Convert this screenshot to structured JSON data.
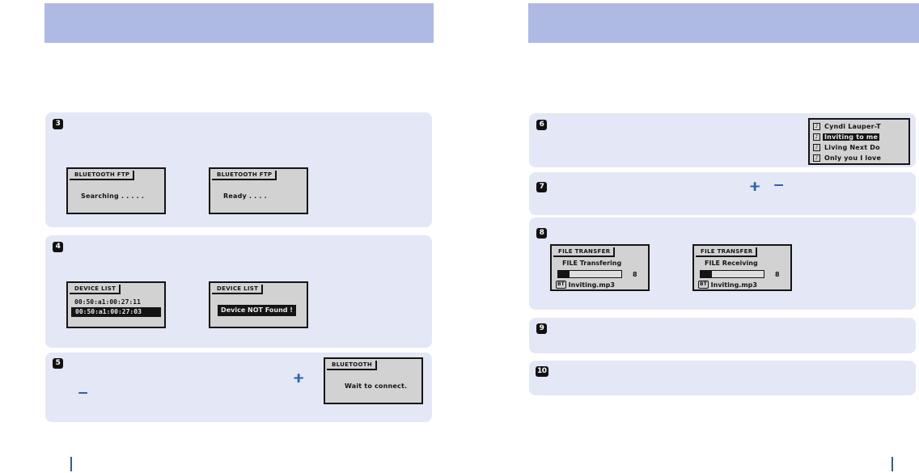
{
  "colors": {
    "band": "#aeb9e4",
    "panel": "#e4e7f5",
    "lcd_bg": "#d2d2d2",
    "lcd_ink": "#141414",
    "accent_blue": "#2a63b0",
    "footer_tick": "#2b5e9c"
  },
  "left": {
    "step3": {
      "number": "3",
      "screen_searching": {
        "tab": "BLUETOOTH FTP",
        "message": "Searching . . . . ."
      },
      "screen_ready": {
        "tab": "BLUETOOTH FTP",
        "message": "Ready . . . ."
      }
    },
    "step4": {
      "number": "4",
      "screen_device_list": {
        "tab": "DEVICE LIST",
        "row1": "00:50:a1:00:27:11",
        "row2_selected": "00:50:a1:00:27:03"
      },
      "screen_not_found": {
        "tab": "DEVICE LIST",
        "message": "Device NOT Found !"
      }
    },
    "step5": {
      "number": "5",
      "plus_icon": "+",
      "minus_icon": "−",
      "screen_wait": {
        "tab": "BLUETOOTH",
        "message": "Wait to connect."
      }
    }
  },
  "right": {
    "step6": {
      "number": "6",
      "file_icon": "♪",
      "song_list": [
        {
          "label": "Cyndi Lauper-T"
        },
        {
          "label": "Inviting to me"
        },
        {
          "label": "Living Next Do"
        },
        {
          "label": "Only you I love"
        }
      ],
      "selected_index": 1
    },
    "step7": {
      "number": "7",
      "plus_icon": "+",
      "minus_icon": "−"
    },
    "step8": {
      "number": "8",
      "screen_transfer": {
        "tab": "FILE TRANSFER",
        "title": "FILE Transfering",
        "progress_value": "8",
        "file_badge": "BT",
        "file_name": "Inviting.mp3"
      },
      "screen_receive": {
        "tab": "FILE TRANSFER",
        "title": "FILE Receiving",
        "progress_value": "8",
        "file_badge": "BT",
        "file_name": "Inviting.mp3"
      }
    },
    "step9": {
      "number": "9"
    },
    "step10": {
      "number": "10"
    }
  }
}
